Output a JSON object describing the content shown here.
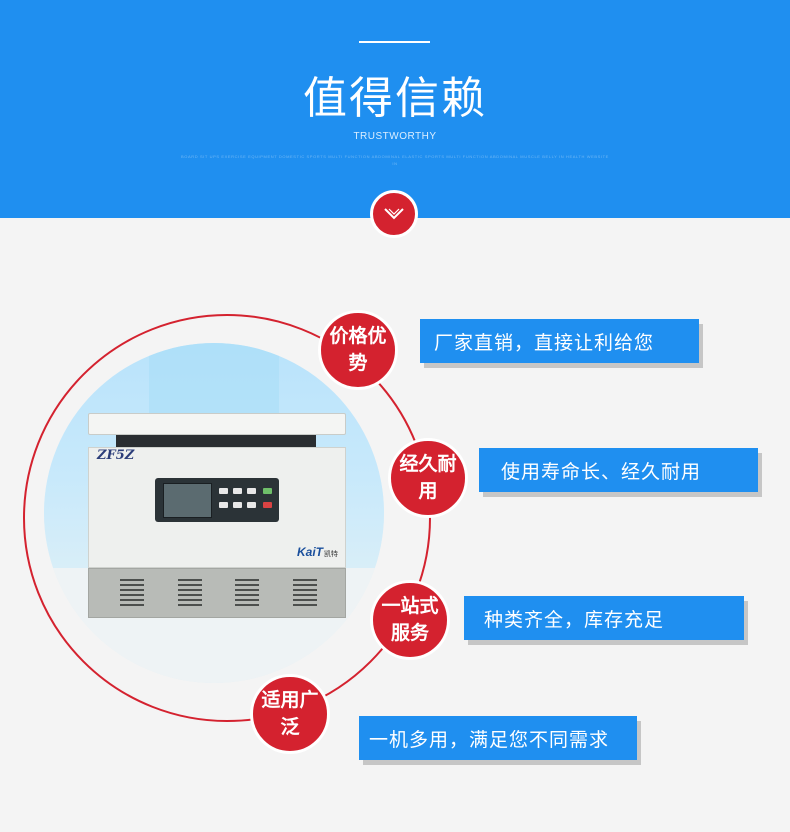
{
  "header": {
    "title": "值得信赖",
    "subtitle": "TRUSTWORTHY",
    "micro_text": "BOARD SIT UPS EXERCISE EQUIPMENT DOMESTIC SPORTS MULTI FUNCTION ABDOMINAL ELASTIC SPORTS MULTI FUNCTION ABDOMINAL MUSCLE BELLY IN HEALTH WEBSITE IN"
  },
  "product": {
    "model": "ZF5Z",
    "brand": "KaiT",
    "brand_cn": "凯特"
  },
  "features": [
    {
      "badge": "价格优势",
      "text": "厂家直销，直接让利给您"
    },
    {
      "badge": "经久耐用",
      "text": "使用寿命长、经久耐用"
    },
    {
      "badge": "一站式服务",
      "text": "种类齐全，库存充足"
    },
    {
      "badge": "适用广泛",
      "text": "一机多用，满足您不同需求"
    }
  ],
  "colors": {
    "accent_blue": "#1f8ff0",
    "accent_red": "#d4222f",
    "background": "#f4f4f4"
  },
  "icons": {
    "down_chevron": "chevron-down-icon"
  }
}
